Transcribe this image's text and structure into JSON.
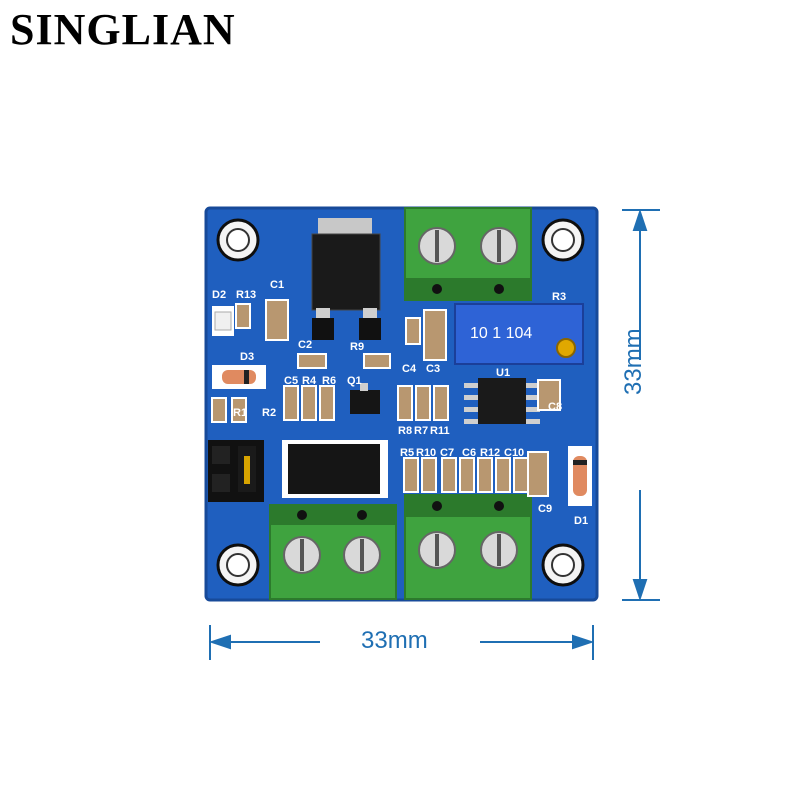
{
  "brand": {
    "name": "SINGLIAN"
  },
  "dimensions": {
    "width_label": "33mm",
    "height_label": "33mm"
  },
  "labels": {
    "d2": "D2",
    "r13": "R13",
    "c1": "C1",
    "c2": "C2",
    "d3": "D3",
    "c5": "C5",
    "r4": "R4",
    "r6": "R6",
    "q1": "Q1",
    "r1": "R1",
    "r2": "R2",
    "r9": "R9",
    "c4": "C4",
    "c3": "C3",
    "r3": "R3",
    "u1": "U1",
    "c8": "C8",
    "r8": "R8",
    "r7": "R7",
    "r11": "R11",
    "r5": "R5",
    "r10": "R10",
    "c7": "C7",
    "c6": "C6",
    "r12": "R12",
    "c10": "C10",
    "c9": "C9",
    "d1": "D1"
  },
  "trimmer_marking": "10 1 104",
  "colors": {
    "pcb": "#1f5fbf",
    "pcb_edge": "#174a99",
    "terminal": "#3fa33f",
    "terminal_dark": "#2c7a2c",
    "trimmer": "#2e63d6",
    "dimension_line": "#1f6fb3"
  }
}
